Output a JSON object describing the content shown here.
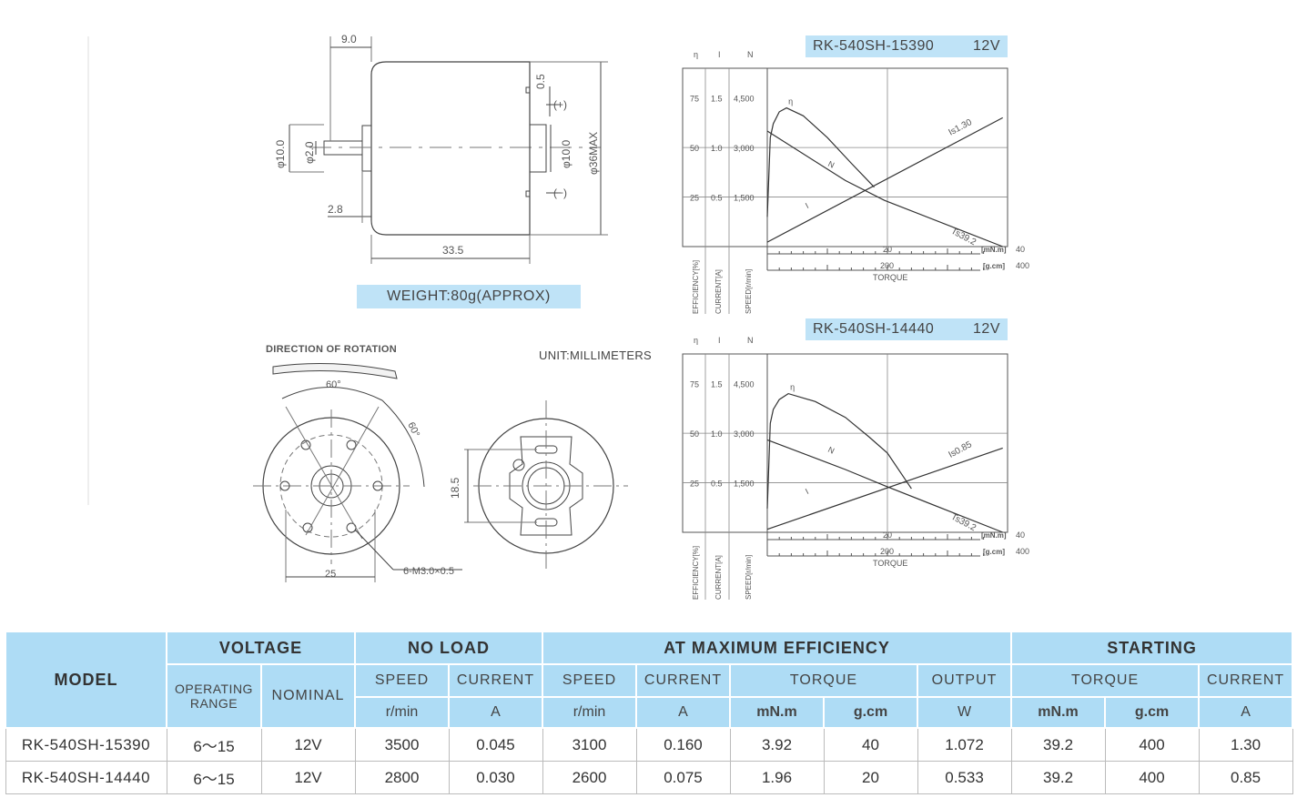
{
  "drawing": {
    "weight": "WEIGHT:80g(APPROX)",
    "unit": "UNIT:MILLIMETERS",
    "direction": "DIRECTION OF ROTATION",
    "dims": {
      "d1": "9.0",
      "d2": "0.5",
      "d3": "(+)",
      "d4": "(−)",
      "d5": "φ10.0",
      "d6": "φ2.0",
      "d7": "φ10.0",
      "d8": "φ36MAX",
      "d9": "2.8",
      "d10": "33.5",
      "d11": "60°",
      "d12": "60°",
      "d13": "25",
      "d14": "6-M3.0×0.5",
      "d15": "18.5"
    }
  },
  "charts": [
    {
      "model": "RK-540SH-15390",
      "voltage": "12V",
      "axis_heads": [
        "η",
        "I",
        "N"
      ],
      "left_ticks": [
        {
          "eff": "75",
          "cur": "1.5",
          "spd": "4,500"
        },
        {
          "eff": "50",
          "cur": "1.0",
          "spd": "3,000"
        },
        {
          "eff": "25",
          "cur": "0.5",
          "spd": "1,500"
        }
      ],
      "axis_titles": {
        "eff": "EFFICIENCY[%]",
        "cur": "CURRENT[A]",
        "spd": "SPEED[r/min]"
      },
      "x_ticks": {
        "mnm_mid": "20",
        "mnm_end": "40",
        "gcm_mid": "200",
        "gcm_end": "400"
      },
      "x_units": {
        "mnm": "[mN.m]",
        "gcm": "[g.cm]"
      },
      "x_title": "TORQUE",
      "curve_labels": {
        "eff": "η",
        "spd": "N",
        "cur": "I",
        "stall_current": "Is1.30",
        "stall_torque": "Ts39.2"
      },
      "eff_curve": [
        [
          0,
          15
        ],
        [
          0.5,
          55
        ],
        [
          1,
          62
        ],
        [
          2,
          68
        ],
        [
          3.2,
          70
        ],
        [
          6,
          66
        ],
        [
          10,
          55
        ],
        [
          14,
          42
        ],
        [
          17.8,
          30
        ]
      ],
      "spd_curve": [
        [
          0,
          3500
        ],
        [
          13,
          2000
        ],
        [
          19.5,
          1400
        ],
        [
          39.2,
          0
        ]
      ],
      "cur_curve": [
        [
          0,
          0.045
        ],
        [
          39.2,
          1.3
        ]
      ]
    },
    {
      "model": "RK-540SH-14440",
      "voltage": "12V",
      "axis_heads": [
        "η",
        "I",
        "N"
      ],
      "left_ticks": [
        {
          "eff": "75",
          "cur": "1.5",
          "spd": "4,500"
        },
        {
          "eff": "50",
          "cur": "1.0",
          "spd": "3,000"
        },
        {
          "eff": "25",
          "cur": "0.5",
          "spd": "1,500"
        }
      ],
      "axis_titles": {
        "eff": "EFFICIENCY[%]",
        "cur": "CURRENT[A]",
        "spd": "SPEED[r/min]"
      },
      "x_ticks": {
        "mnm_mid": "20",
        "mnm_end": "40",
        "gcm_mid": "200",
        "gcm_end": "400"
      },
      "x_units": {
        "mnm": "[mN.m]",
        "gcm": "[g.cm]"
      },
      "x_title": "TORQUE",
      "curve_labels": {
        "eff": "η",
        "spd": "N",
        "cur": "I",
        "stall_current": "Is0.85",
        "stall_torque": "Ts39.2"
      },
      "eff_curve": [
        [
          0,
          12
        ],
        [
          0.5,
          55
        ],
        [
          1,
          62
        ],
        [
          2,
          67
        ],
        [
          3.5,
          70
        ],
        [
          8,
          66
        ],
        [
          13,
          58
        ],
        [
          17,
          48
        ],
        [
          20,
          40
        ],
        [
          24,
          22
        ]
      ],
      "spd_curve": [
        [
          0,
          2800
        ],
        [
          13,
          1900
        ],
        [
          19.7,
          1400
        ],
        [
          39.2,
          0
        ]
      ],
      "cur_curve": [
        [
          0,
          0.03
        ],
        [
          39.2,
          0.85
        ]
      ]
    }
  ],
  "table": {
    "headers": {
      "model": "MODEL",
      "voltage": "VOLTAGE",
      "no_load": "NO LOAD",
      "at_max": "AT MAXIMUM EFFICIENCY",
      "starting": "STARTING",
      "operating_range": "OPERATING RANGE",
      "nominal": "NOMINAL",
      "speed": "SPEED",
      "current": "CURRENT",
      "torque": "TORQUE",
      "output": "OUTPUT",
      "unit_rmin": "r/min",
      "unit_a": "A",
      "unit_mnm": "mN.m",
      "unit_gcm": "g.cm",
      "unit_w": "W"
    },
    "rows": [
      [
        "RK-540SH-15390",
        "6～15",
        "12V",
        "3500",
        "0.045",
        "3100",
        "0.160",
        "3.92",
        "40",
        "1.072",
        "39.2",
        "400",
        "1.30"
      ],
      [
        "RK-540SH-14440",
        "6～15",
        "12V",
        "2800",
        "0.030",
        "2600",
        "0.075",
        "1.96",
        "20",
        "0.533",
        "39.2",
        "400",
        "0.85"
      ]
    ]
  }
}
